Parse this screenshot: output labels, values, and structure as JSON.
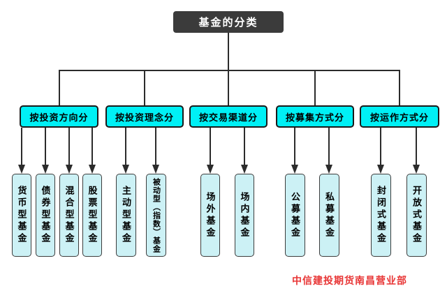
{
  "tree": {
    "root": "基金的分类",
    "groups": [
      {
        "label": "按投资方向分",
        "children": [
          "货币型基金",
          "债券型基金",
          "混合型基金",
          "股票型基金"
        ]
      },
      {
        "label": "按投资理念分",
        "children": [
          "主动型基金",
          "被动型（指数）基金"
        ]
      },
      {
        "label": "按交易渠道分",
        "children": [
          "场外基金",
          "场内基金"
        ]
      },
      {
        "label": "按募集方式分",
        "children": [
          "公募基金",
          "私募基金"
        ]
      },
      {
        "label": "按运作方式分",
        "children": [
          "封闭式基金",
          "开放式基金"
        ]
      }
    ]
  },
  "footer": {
    "text": "中信建投期货南昌营业部"
  },
  "colors": {
    "root_bg": "#3b3b3b",
    "root_text": "#ffffff",
    "branch_bg": "#00f0f5",
    "leaf_bg": "#ccf1f5",
    "border": "#1a1a1a",
    "line": "#2b2b2b",
    "watermark_text": "#e83535"
  }
}
